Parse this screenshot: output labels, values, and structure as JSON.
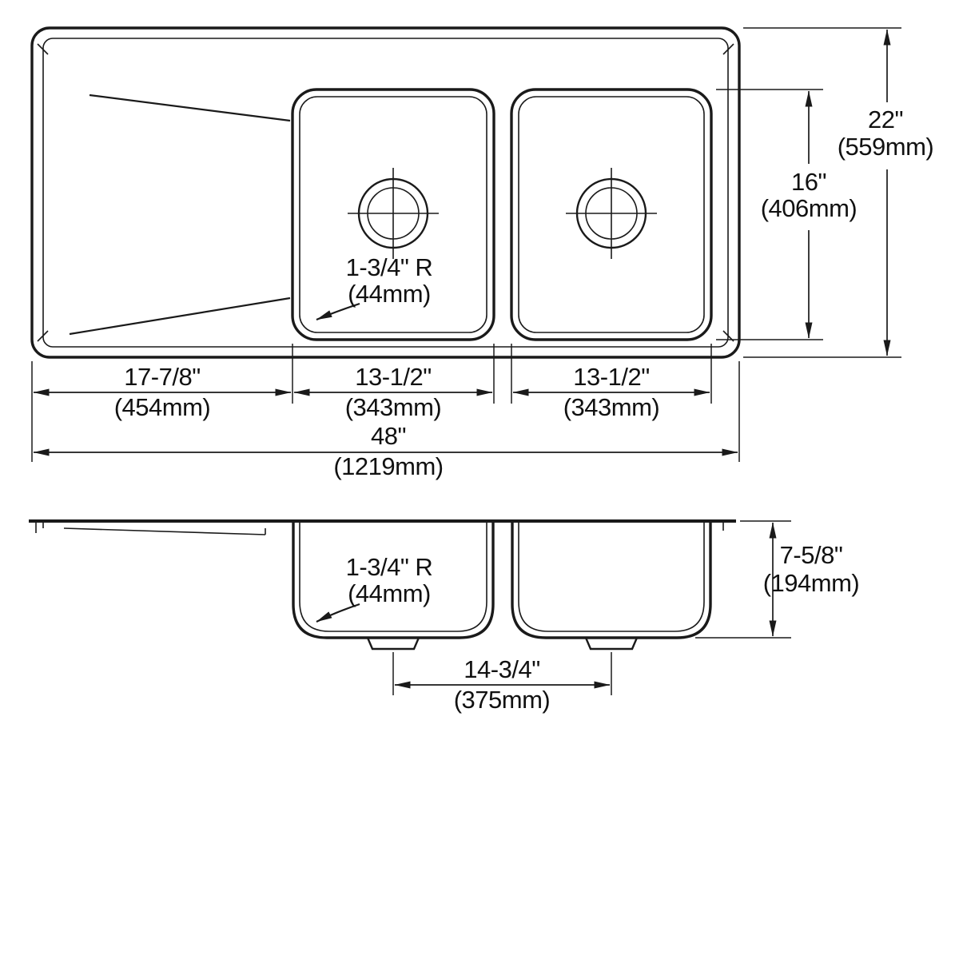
{
  "drawing": {
    "type": "sink-dimension-drawing",
    "colors": {
      "line": "#1a1a1a",
      "background": "#ffffff"
    }
  },
  "top_view": {
    "radius_note": {
      "line1": "1-3/4\" R",
      "line2": "(44mm)"
    },
    "dim_depth_total": {
      "in": "22\"",
      "mm": "(559mm)"
    },
    "dim_bowl_depth": {
      "in": "16\"",
      "mm": "(406mm)"
    },
    "dim_drainboard": {
      "in": "17-7/8\"",
      "mm": "(454mm)"
    },
    "dim_bowl1": {
      "in": "13-1/2\"",
      "mm": "(343mm)"
    },
    "dim_bowl2": {
      "in": "13-1/2\"",
      "mm": "(343mm)"
    },
    "dim_width_total": {
      "in": "48\"",
      "mm": "(1219mm)"
    }
  },
  "side_view": {
    "radius_note": {
      "line1": "1-3/4\" R",
      "line2": "(44mm)"
    },
    "dim_bowl_height": {
      "in": "7-5/8\"",
      "mm": "(194mm)"
    },
    "dim_drain_spacing": {
      "in": "14-3/4\"",
      "mm": "(375mm)"
    }
  }
}
